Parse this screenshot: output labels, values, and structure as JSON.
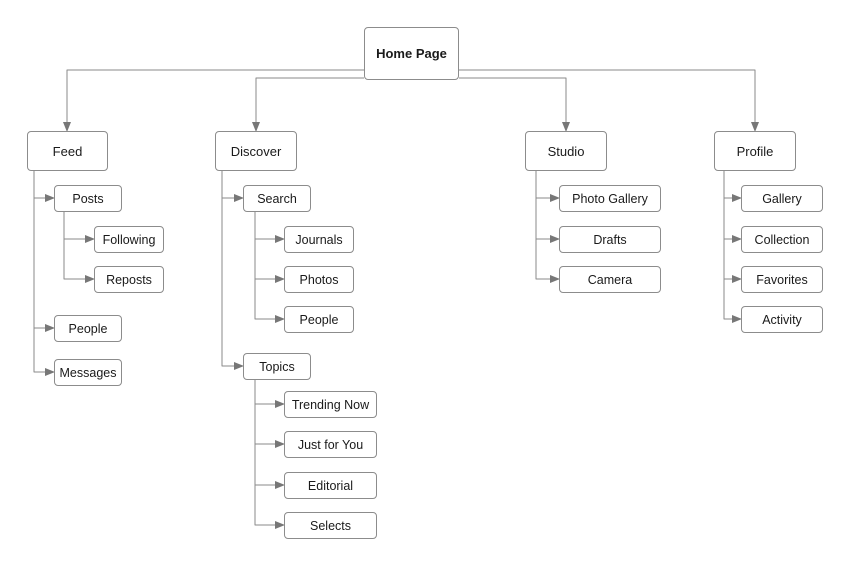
{
  "diagram": {
    "root": "Home Page",
    "sections": [
      {
        "label": "Feed",
        "children": [
          {
            "label": "Posts",
            "children": [
              {
                "label": "Following"
              },
              {
                "label": "Reposts"
              }
            ]
          },
          {
            "label": "People"
          },
          {
            "label": "Messages"
          }
        ]
      },
      {
        "label": "Discover",
        "children": [
          {
            "label": "Search",
            "children": [
              {
                "label": "Journals"
              },
              {
                "label": "Photos"
              },
              {
                "label": "People"
              }
            ]
          },
          {
            "label": "Topics",
            "children": [
              {
                "label": "Trending Now"
              },
              {
                "label": "Just for You"
              },
              {
                "label": "Editorial"
              },
              {
                "label": "Selects"
              }
            ]
          }
        ]
      },
      {
        "label": "Studio",
        "children": [
          {
            "label": "Photo Gallery"
          },
          {
            "label": "Drafts"
          },
          {
            "label": "Camera"
          }
        ]
      },
      {
        "label": "Profile",
        "children": [
          {
            "label": "Gallery"
          },
          {
            "label": "Collection"
          },
          {
            "label": "Favorites"
          },
          {
            "label": "Activity"
          }
        ]
      }
    ]
  }
}
